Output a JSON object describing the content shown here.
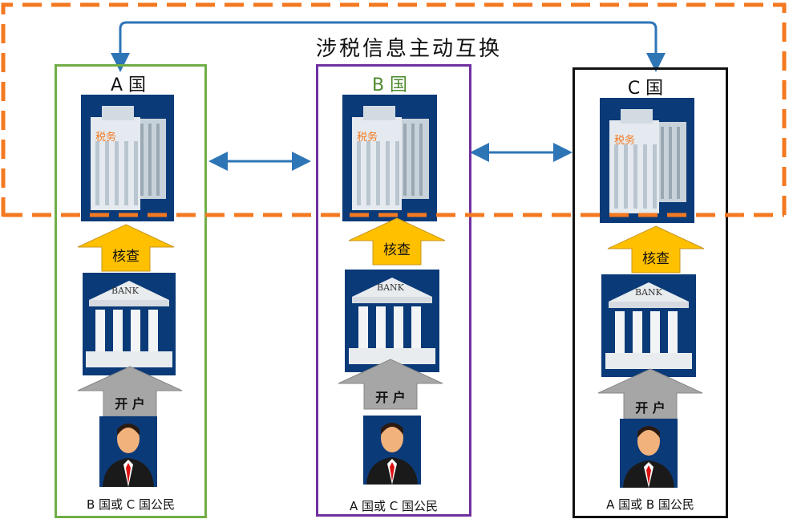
{
  "banner": "涉税信息主动互换",
  "countries": [
    {
      "title": "A 国",
      "title_color": "#111111",
      "border_color": "#70ad47",
      "tax_label": "税务",
      "bank_label": "BANK",
      "verify_label": "核查",
      "open_label": "开 户",
      "citizen_label": "B 国或 C 国公民"
    },
    {
      "title": "B 国",
      "title_color": "#4e8a2c",
      "border_color": "#7030a0",
      "tax_label": "税务",
      "bank_label": "BANK",
      "verify_label": "核查",
      "open_label": "开 户",
      "citizen_label": "A 国或 C 国公民"
    },
    {
      "title": "C 国",
      "title_color": "#111111",
      "border_color": "#111111",
      "tax_label": "税务",
      "bank_label": "BANK",
      "verify_label": "核查",
      "open_label": "开 户",
      "citizen_label": "A 国或 B 国公民"
    }
  ],
  "colors": {
    "dashed_border": "#f47920",
    "exchange_arrow": "#2e75b6",
    "verify_arrow": "#ffc000",
    "open_arrow": "#a6a6a6",
    "tile_bg": "#0b3a78"
  }
}
